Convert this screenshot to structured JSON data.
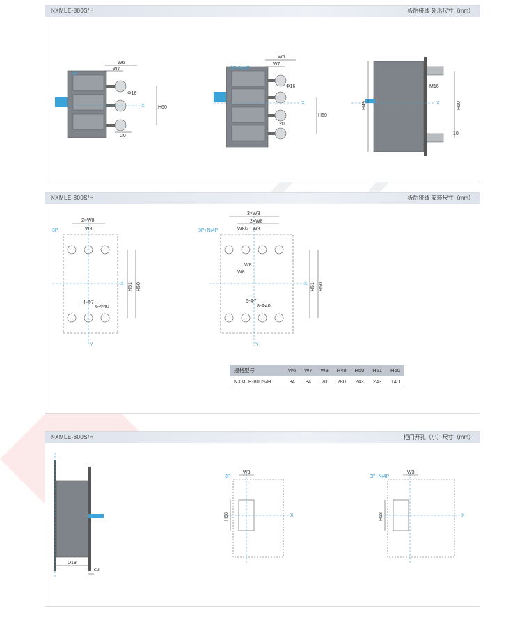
{
  "sections": [
    {
      "model": "NXMLE-800S/H",
      "title": "板后接线  外形尺寸（mm）",
      "labels": {
        "p3": "3P",
        "p4": "3P+N/4P",
        "w6": "W6",
        "w7": "W7",
        "phi16": "Φ16",
        "x": "X",
        "h60": "H60",
        "d20": "20",
        "h49": "H49",
        "h50": "H50",
        "m16": "M16",
        "d10": "10"
      }
    },
    {
      "model": "NXMLE-800S/H",
      "title": "板后接线  安装尺寸（mm）",
      "labels": {
        "p3": "3P",
        "p4": "3P+N/4P",
        "w8x2": "2×W8",
        "w8": "W8",
        "w8x3": "3×W8",
        "w8half": "W8/2",
        "x": "X",
        "h51": "H51",
        "h50": "H50",
        "hole7": "4-Φ7",
        "hole40": "6-Φ40",
        "hole7b": "6-Φ7",
        "hole40b": "8-Φ40"
      },
      "table": {
        "headers": [
          "规格型号",
          "W6",
          "W7",
          "W8",
          "H49",
          "H50",
          "H51",
          "H60"
        ],
        "row": [
          "NXMLE-800S/H",
          "84",
          "84",
          "70",
          "280",
          "243",
          "243",
          "140"
        ]
      }
    },
    {
      "model": "NXMLE-800S/H",
      "title": "柜门开孔（小）尺寸（mm）",
      "labels": {
        "p3": "3P",
        "p4": "3P+N/4P",
        "w3": "W3",
        "h58": "H58",
        "x": "X",
        "d18": "D18",
        "le2": "≤2"
      }
    }
  ],
  "colors": {
    "accent": "#3aa3d9",
    "body": "#7a7f86",
    "header": "#dde3ec"
  },
  "icons": {
    "breaker": "breaker-body",
    "handle": "handle-lever",
    "terminal": "terminal-lug"
  }
}
